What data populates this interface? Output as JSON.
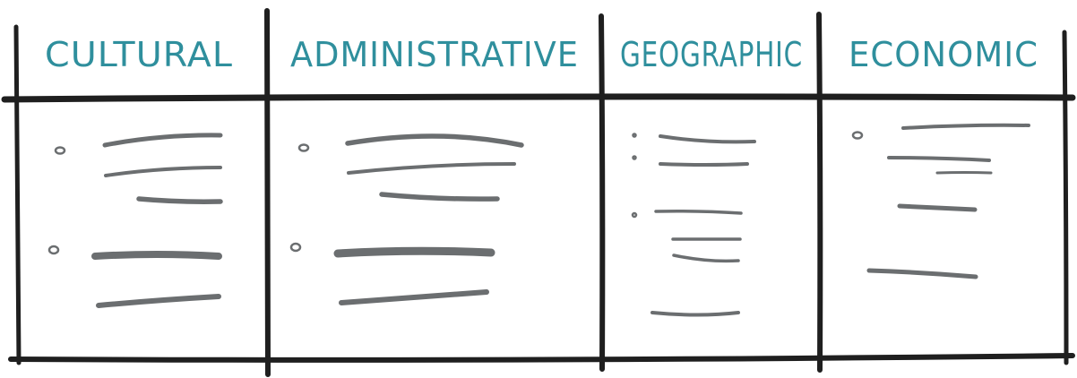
{
  "table": {
    "columns": [
      {
        "key": "cultural",
        "title": "CULTURAL"
      },
      {
        "key": "administrative",
        "title": "ADMINISTRATIVE"
      },
      {
        "key": "geographic",
        "title": "GEOGRAPHIC"
      },
      {
        "key": "economic",
        "title": "ECONOMIC"
      }
    ]
  },
  "colors": {
    "header_text": "#2f8f9d",
    "grid_lines": "#1f1f1f",
    "placeholder_scribbles": "#6b6e70"
  }
}
